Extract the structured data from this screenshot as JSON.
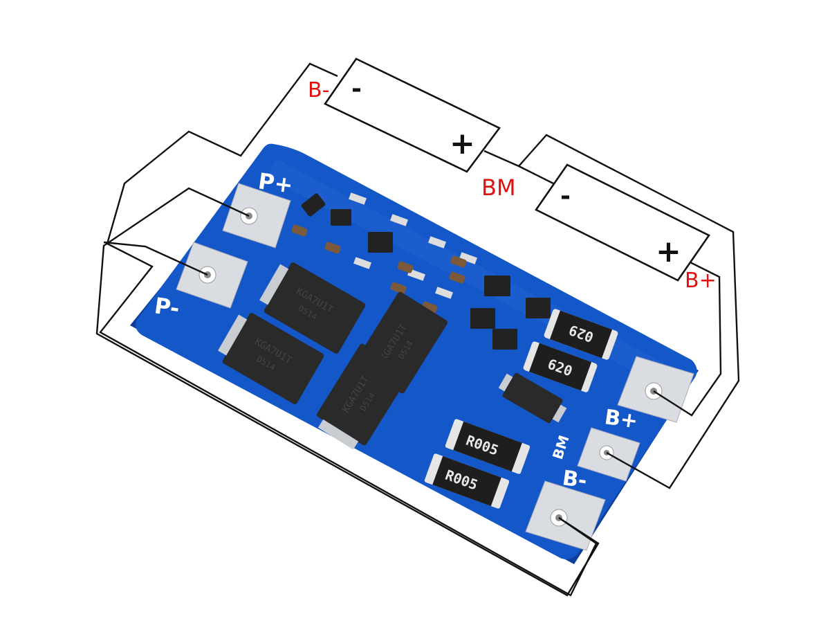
{
  "diagram": {
    "labels": {
      "b_minus": "B-",
      "bm": "BM",
      "b_plus": "B+"
    },
    "cells": [
      {
        "neg": "-",
        "pos": "+"
      },
      {
        "neg": "-",
        "pos": "+"
      }
    ]
  },
  "board": {
    "pads": {
      "p_plus": "P+",
      "p_minus": "P-",
      "b_plus": "B+",
      "bm": "BM",
      "b_minus": "B-"
    },
    "mosfets": [
      {
        "marking": "KGA7U1T",
        "code": "D514"
      },
      {
        "marking": "KGA7U1T",
        "code": "D514"
      },
      {
        "marking": "KGA7U1T",
        "code": "D514"
      },
      {
        "marking": "KGA7U1T",
        "code": "D514"
      }
    ],
    "big_resistors": [
      "029",
      "620"
    ],
    "shunts": [
      "R005",
      "R005"
    ]
  },
  "colors": {
    "pcb": "#1457c8",
    "pcb_dark": "#0d3f9a",
    "label_red": "#e01010",
    "pad": "#d9dce0"
  }
}
